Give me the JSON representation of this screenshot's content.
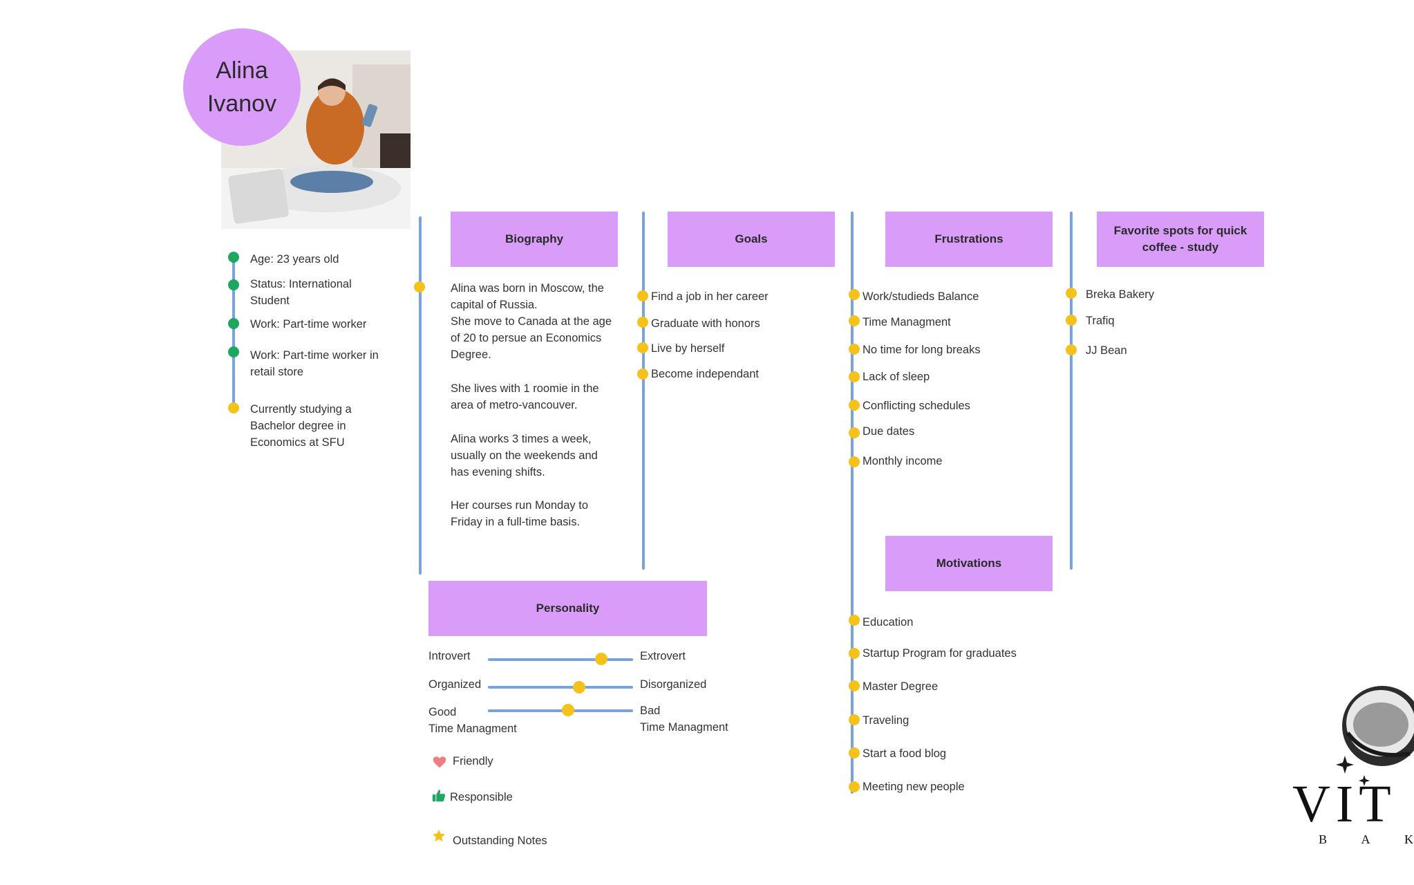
{
  "persona": {
    "first_name": "Alina",
    "last_name": "Ivanov"
  },
  "profile_items": [
    {
      "text": "Age: 23 years old",
      "color": "#1ea760"
    },
    {
      "text": "Status: International Student",
      "color": "#1ea760"
    },
    {
      "text": "Work: Part-time worker",
      "color": "#1ea760"
    },
    {
      "text": "Work: Part-time worker in retail store",
      "color": "#1ea760"
    },
    {
      "text": "Currently studying a Bachelor degree in Economics at SFU",
      "color": "#f5c21b"
    }
  ],
  "sections": {
    "biography": {
      "title": "Biography",
      "paragraphs": [
        "Alina was born in Moscow, the capital of Russia.\nShe move to Canada at the age of 20 to persue an Economics Degree.",
        "She lives with 1 roomie in the area of metro-vancouver.",
        "Alina works 3 times a week, usually on the weekends and has evening shifts.",
        "Her courses run Monday to Friday in a full-time basis."
      ]
    },
    "goals": {
      "title": "Goals",
      "items": [
        "Find a job in her career",
        "Graduate with honors",
        "Live by herself",
        "Become independant"
      ]
    },
    "frustrations": {
      "title": "Frustrations",
      "items": [
        "Work/studieds Balance",
        "Time Managment",
        "No time for long breaks",
        "Lack of sleep",
        "Conflicting schedules",
        "Due dates",
        "Monthly income"
      ]
    },
    "favorite_spots": {
      "title": "Favorite spots for quick coffee - study",
      "items": [
        "Breka Bakery",
        "Trafiq",
        "JJ Bean"
      ]
    },
    "motivations": {
      "title": "Motivations",
      "items": [
        "Education",
        "Startup Program for graduates",
        "Master Degree",
        "Traveling",
        "Start a food blog",
        "Meeting new people"
      ]
    },
    "personality": {
      "title": "Personality",
      "sliders": [
        {
          "left": "Introvert",
          "right": "Extrovert",
          "value": 0.78
        },
        {
          "left": "Organized",
          "right": "Disorganized",
          "value": 0.63
        },
        {
          "left": "Good\nTime Managment",
          "right": "Bad\nTime Managment",
          "value": 0.55
        }
      ],
      "traits": [
        {
          "label": "Friendly",
          "icon": "heart-icon"
        },
        {
          "label": "Responsible",
          "icon": "thumbs-up-icon"
        },
        {
          "label": "Outstanding Notes",
          "icon": "star-icon"
        }
      ]
    }
  },
  "brand": {
    "logo_text": "VIT",
    "logo_subtext": "B A K E"
  },
  "colors": {
    "accent": "#d99cf8",
    "line": "#79a3db",
    "bullet": "#f5c21b",
    "bullet_green": "#1ea760"
  }
}
